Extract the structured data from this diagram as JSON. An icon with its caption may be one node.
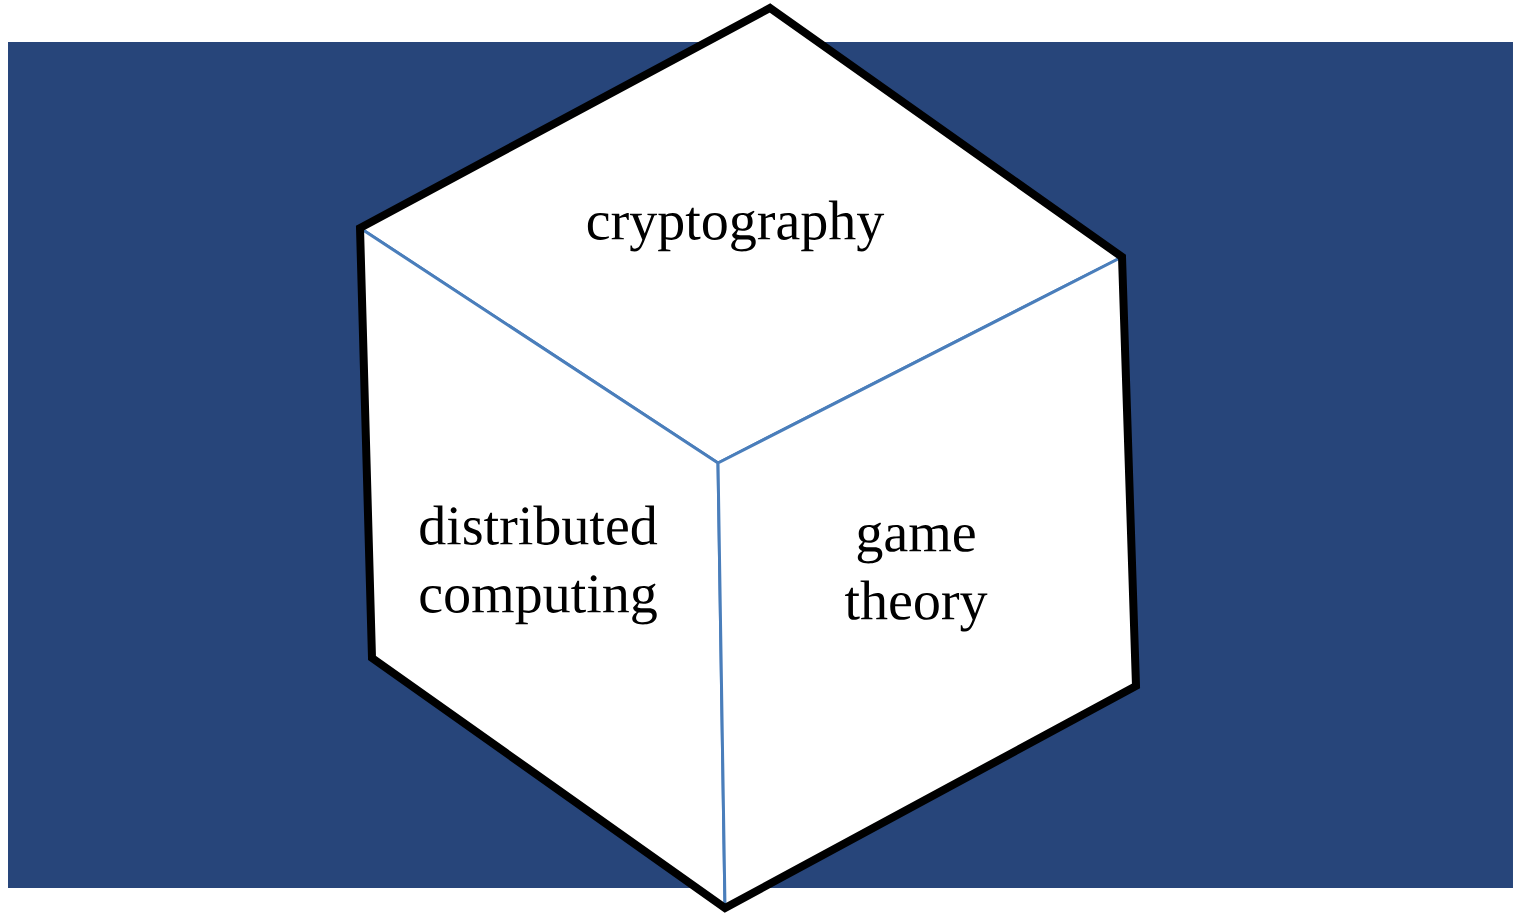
{
  "diagram": {
    "nodes": [
      {
        "text": [
          "cryptography"
        ]
      },
      {
        "text": [
          "distributed computing"
        ]
      },
      {
        "text": [
          "game theory"
        ]
      }
    ]
  }
}
